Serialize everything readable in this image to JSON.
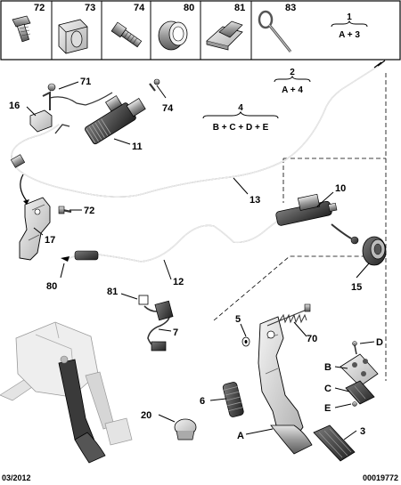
{
  "strip": {
    "items": [
      {
        "id": "72",
        "icon": "bolt-icon"
      },
      {
        "id": "73",
        "icon": "clip-holder-icon"
      },
      {
        "id": "74",
        "icon": "stud-screw-icon"
      },
      {
        "id": "80",
        "icon": "grommet-ring-icon"
      },
      {
        "id": "81",
        "icon": "pipe-clip-icon"
      },
      {
        "id": "83",
        "icon": "cable-tie-icon"
      }
    ]
  },
  "variants": [
    {
      "id": "1",
      "text": "A + 3"
    },
    {
      "id": "2",
      "text": "A + 4"
    },
    {
      "id": "4",
      "text": "B + C + D + E"
    }
  ],
  "callouts": {
    "c71": "71",
    "c16": "16",
    "c74": "74",
    "c11": "11",
    "c13": "13",
    "c10": "10",
    "c72": "72",
    "c17": "17",
    "c80": "80",
    "c12": "12",
    "c15": "15",
    "c81": "81",
    "c7": "7",
    "c5": "5",
    "c70": "70",
    "cD": "D",
    "cB": "B",
    "cC": "C",
    "cE": "E",
    "c6": "6",
    "c20": "20",
    "cA": "A",
    "c3": "3"
  },
  "footer": {
    "date": "03/2012",
    "ref": "00019772"
  }
}
